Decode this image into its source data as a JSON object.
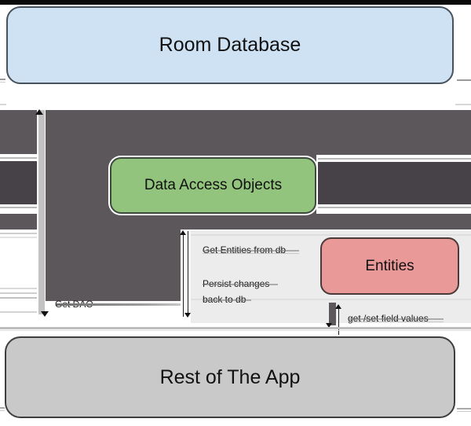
{
  "diagram": {
    "nodes": {
      "room_database": {
        "label": "Room Database",
        "fill": "#cfe2f3"
      },
      "dao": {
        "label": "Data Access Objects",
        "fill": "#93c47d"
      },
      "entities": {
        "label": "Entities",
        "fill": "#ea9999"
      },
      "rest_of_app": {
        "label": "Rest of The App",
        "fill": "#c9c9c9"
      }
    },
    "edges": {
      "get_dao": {
        "label": "Get DAO"
      },
      "get_entities": {
        "label": "Get Entities from db"
      },
      "persist": {
        "line1": "Persist changes",
        "line2": "back to db"
      },
      "get_set": {
        "label": "get /set field values"
      }
    },
    "colors": {
      "block_arrow_medium": "#5b575b",
      "block_arrow_dark": "#474247",
      "arrow_shaft_light": "#c3c3c3",
      "label_panel": "#ececec",
      "top_bar": "#0a0a0a"
    }
  }
}
